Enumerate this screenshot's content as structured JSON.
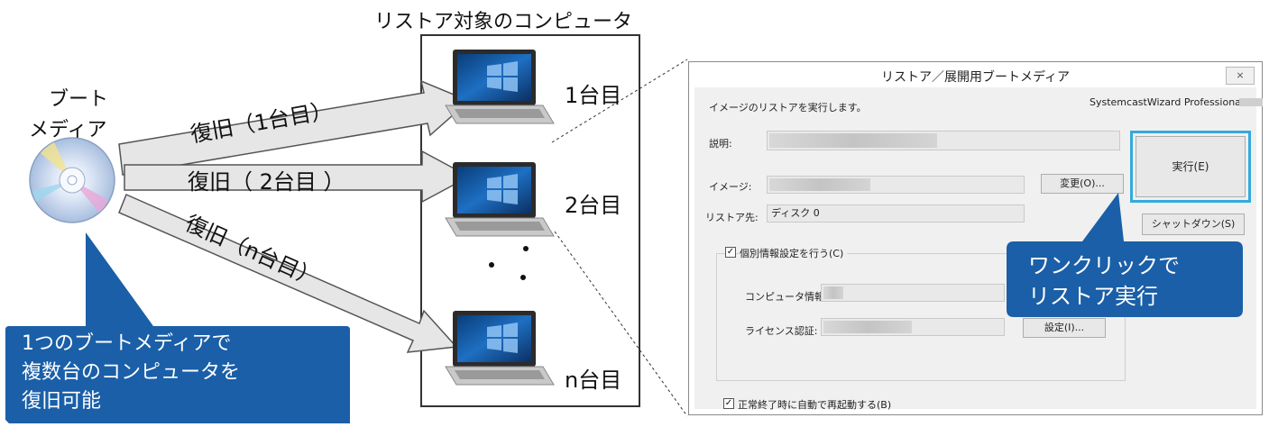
{
  "header": {
    "target_title": "リストア対象のコンピュータ"
  },
  "source": {
    "boot_media_label_line1": "ブート",
    "boot_media_label_line2": "メディア"
  },
  "arrows": [
    {
      "label": "復旧（1台目）"
    },
    {
      "label": "復旧（ 2台目 ）"
    },
    {
      "label": "復旧（n台目）"
    }
  ],
  "computers": [
    {
      "label": "1台目"
    },
    {
      "label": "2台目"
    },
    {
      "label": "n台目"
    }
  ],
  "callout_left": {
    "line1": "1つのブートメディアで",
    "line2": "複数台のコンピュータを",
    "line3": "復旧可能"
  },
  "callout_right": {
    "line1": "ワンクリックで",
    "line2": "リストア実行"
  },
  "dialog": {
    "title": "リストア／展開用ブートメディア",
    "close_label": "⨯",
    "message": "イメージのリストアを実行します。",
    "product": "SystemcastWizard Professional",
    "description_label": "説明:",
    "image_label": "イメージ:",
    "change_button": "変更(O)...",
    "restore_target_label": "リストア先:",
    "restore_target_value": "ディスク 0",
    "execute_button": "実行(E)",
    "shutdown_button": "シャットダウン(S)",
    "individual_settings_label": "個別情報設定を行う(C)",
    "computer_info_label": "コンピュータ情報:",
    "license_label": "ライセンス認証:",
    "settings_button": "設定(I)...",
    "auto_restart_label": "正常終了時に自動で再起動する(B)"
  },
  "colors": {
    "callout_blue": "#1a5fa8",
    "highlight_border": "#33aadd",
    "arrow_fill": "#e6e6e6"
  }
}
